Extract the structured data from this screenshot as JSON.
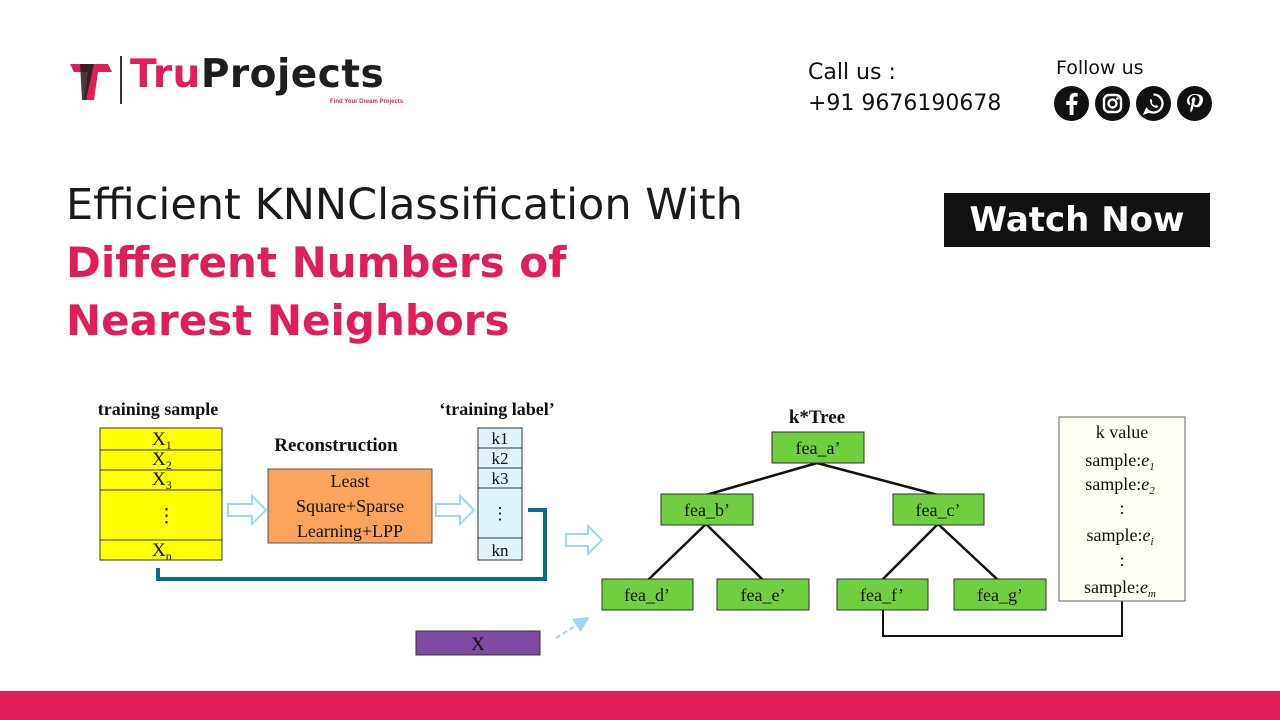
{
  "brand": {
    "name_part1": "Tru",
    "name_part2": "Projects",
    "tagline": "Find Your Dream Projects",
    "colors": {
      "accent": "#e01e5a",
      "dark": "#1e1e1e"
    }
  },
  "contact": {
    "call_label": "Call us :",
    "phone": "+91 9676190678"
  },
  "follow": {
    "label": "Follow us",
    "icons": [
      "facebook-icon",
      "instagram-icon",
      "whatsapp-icon",
      "pinterest-icon"
    ]
  },
  "headline": {
    "line1": "Efficient KNNClassification With",
    "line2": "Different Numbers of",
    "line3": "Nearest Neighbors"
  },
  "cta": {
    "label": "Watch Now"
  },
  "diagram": {
    "training_sample_title": "training sample",
    "samples": [
      "X",
      "X",
      "X",
      "⋮",
      "X"
    ],
    "sample_subs": [
      "1",
      "2",
      "3",
      "",
      "n"
    ],
    "reconstruction_title": "Reconstruction",
    "reconstruction_lines": [
      "Least",
      "Square+Sparse",
      "Learning+LPP"
    ],
    "training_label_title": "‘training label’",
    "labels": [
      "k1",
      "k2",
      "k3",
      "⋮",
      "kn"
    ],
    "tree_title": "k*Tree",
    "nodes": {
      "a": "fea_a’",
      "b": "fea_b’",
      "c": "fea_c’",
      "d": "fea_d’",
      "e": "fea_e’",
      "f": "fea_f’",
      "g": "fea_g’"
    },
    "test_sample": "X",
    "kvalue_title": "k value",
    "kvalue_rows": [
      "sample:",
      "sample:",
      ":",
      "sample:",
      ":",
      "sample:"
    ],
    "kvalue_subs": [
      "1",
      "2",
      "",
      "i",
      "",
      "m"
    ],
    "colors": {
      "sample_fill": "#ffff00",
      "recon_fill": "#f9a35c",
      "label_fill": "#dff4fb",
      "node_fill": "#6fcf3f",
      "test_fill": "#7c4aa0",
      "kvalue_fill": "#fffff4",
      "connector": "#0c6b86",
      "arrow": "#9ed8ee"
    }
  }
}
